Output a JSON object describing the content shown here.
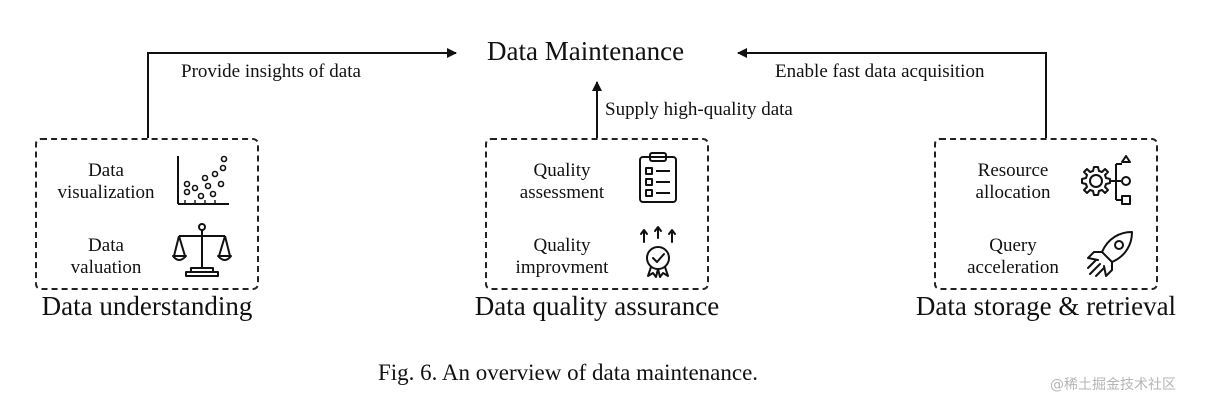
{
  "diagram": {
    "title": "Data Maintenance",
    "edges": {
      "left": "Provide insights of data",
      "middle": "Supply high-quality data",
      "right": "Enable fast data acquisition"
    },
    "groups": [
      {
        "title": "Data understanding",
        "items": [
          {
            "line1": "Data",
            "line2": "visualization",
            "icon": "scatter-plot-icon"
          },
          {
            "line1": "Data",
            "line2": "valuation",
            "icon": "balance-scale-icon"
          }
        ]
      },
      {
        "title": "Data quality assurance",
        "items": [
          {
            "line1": "Quality",
            "line2": "assessment",
            "icon": "checklist-clipboard-icon"
          },
          {
            "line1": "Quality",
            "line2": "improvment",
            "icon": "quality-badge-arrows-icon"
          }
        ]
      },
      {
        "title": "Data storage & retrieval",
        "items": [
          {
            "line1": "Resource",
            "line2": "allocation",
            "icon": "gear-network-icon"
          },
          {
            "line1": "Query",
            "line2": "acceleration",
            "icon": "rocket-icon"
          }
        ]
      }
    ]
  },
  "caption": "Fig. 6.  An overview of data maintenance.",
  "watermark": "@稀土掘金技术社区"
}
